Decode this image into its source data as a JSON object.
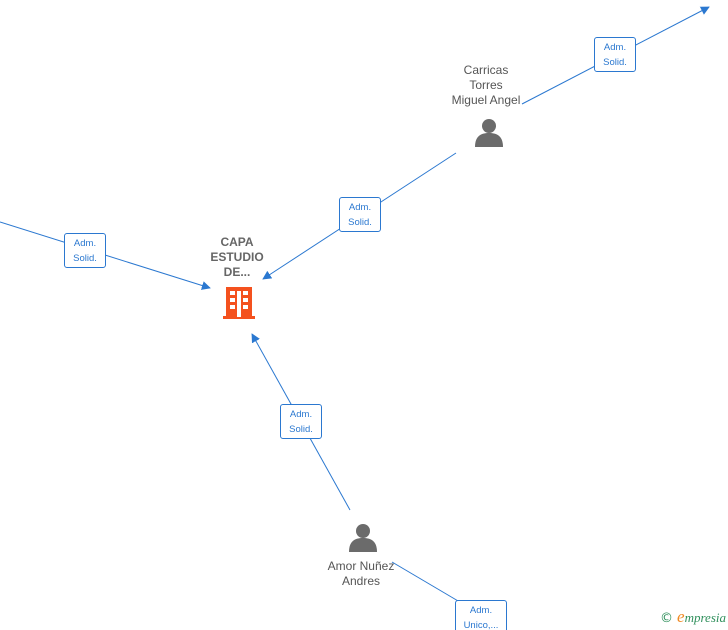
{
  "nodes": {
    "company": {
      "lines": [
        "CAPA",
        "ESTUDIO",
        "DE..."
      ],
      "icon": "building-icon",
      "color": "#f4511e"
    },
    "carricas": {
      "lines": [
        "Carricas",
        "Torres",
        "Miguel Angel"
      ],
      "icon": "person-icon",
      "color": "#6b6b6b"
    },
    "amor": {
      "lines": [
        "Amor Nuñez",
        "Andres"
      ],
      "icon": "person-icon",
      "color": "#6b6b6b"
    }
  },
  "edges": [
    {
      "id": "left-to-company",
      "lines": [
        "Adm.",
        "Solid."
      ]
    },
    {
      "id": "carricas-to-company",
      "lines": [
        "Adm.",
        "Solid."
      ]
    },
    {
      "id": "carricas-to-outside",
      "lines": [
        "Adm.",
        "Solid."
      ]
    },
    {
      "id": "amor-to-company",
      "lines": [
        "Adm.",
        "Solid."
      ]
    },
    {
      "id": "amor-to-outside",
      "lines": [
        "Adm.",
        "Unico,..."
      ]
    }
  ],
  "colors": {
    "edge": "#2b78d0",
    "accent": "#f4511e",
    "person": "#6b6b6b"
  },
  "watermark": {
    "copyright": "©",
    "brand_first": "e",
    "brand_rest": "mpresia"
  }
}
